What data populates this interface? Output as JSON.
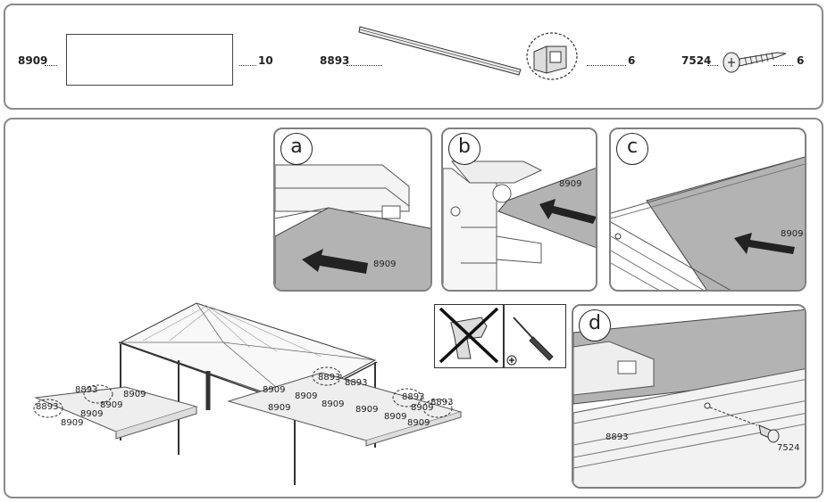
{
  "parts": {
    "p1": {
      "code": "8909",
      "qty": "10"
    },
    "p2": {
      "code": "8893",
      "qty": "6"
    },
    "p3": {
      "code": "7524",
      "qty": "6"
    }
  },
  "steps": {
    "a": {
      "letter": "a",
      "label": "8909"
    },
    "b": {
      "letter": "b",
      "label": "8909"
    },
    "c": {
      "letter": "c",
      "label": "8909"
    },
    "d": {
      "letter": "d",
      "label_profile": "8893",
      "label_screw": "7524"
    }
  },
  "tools": {
    "forbidden": "power-drill-icon",
    "allowed": "phillips-screwdriver-icon"
  },
  "overview_labels": [
    "8893",
    "8909",
    "8893",
    "8909",
    "8909",
    "8909",
    "8909",
    "8893",
    "8909",
    "8893",
    "8909",
    "8909",
    "8909",
    "8893",
    "8909",
    "8893",
    "8909",
    "8909"
  ],
  "colors": {
    "panel_gray": "#b3b3b3",
    "frame_gray": "#8a8a8a",
    "arrow": "#222222"
  }
}
